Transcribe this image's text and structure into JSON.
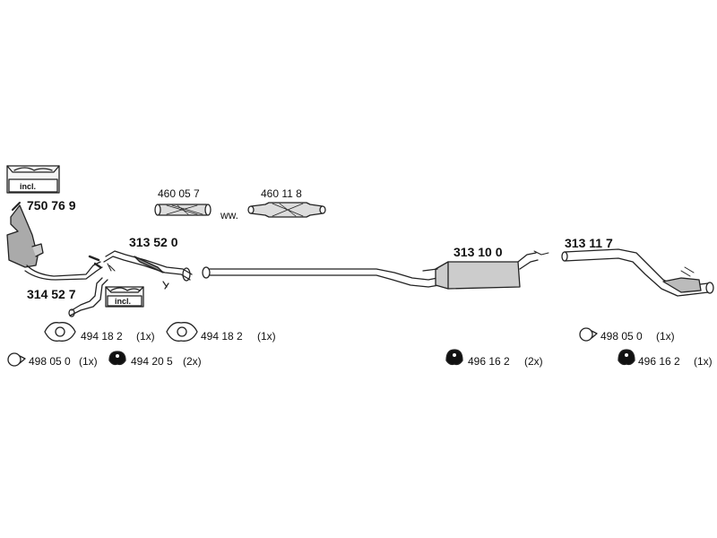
{
  "parts": {
    "cat_converter": "750 76 9",
    "front_pipe": "313 52 0",
    "down_pipe": "314 52 7",
    "flex_a": "460 05 7",
    "flex_b": "460 11 8",
    "ww": "ww.",
    "middle_silencer": "313 10 0",
    "rear_silencer": "313 11 7"
  },
  "incl_label": "incl.",
  "hardware": [
    {
      "code": "494 18 2",
      "qty": "(1x)",
      "icon": "gasket-icon"
    },
    {
      "code": "494 18 2",
      "qty": "(1x)",
      "icon": "gasket-icon"
    },
    {
      "code": "498 05 0",
      "qty": "(1x)",
      "icon": "clamp-icon"
    },
    {
      "code": "494 20 5",
      "qty": "(2x)",
      "icon": "rubber-mount-icon"
    },
    {
      "code": "496 16 2",
      "qty": "(2x)",
      "icon": "rubber-mount-icon"
    },
    {
      "code": "498 05 0",
      "qty": "(1x)",
      "icon": "clamp-icon"
    },
    {
      "code": "496 16 2",
      "qty": "(1x)",
      "icon": "rubber-mount-icon"
    }
  ]
}
